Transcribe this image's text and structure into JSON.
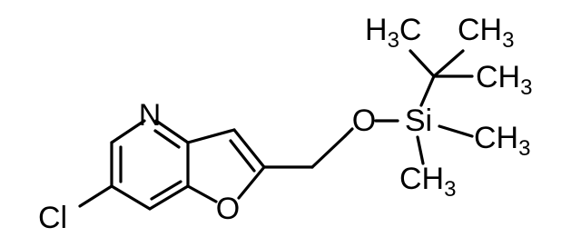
{
  "structure": {
    "atoms": {
      "cl": "Cl",
      "n": "N",
      "o_ring": "O",
      "o_ether": "O",
      "si": "Si",
      "methyl_tl": {
        "main": "H",
        "sub": "3",
        "tail": "C"
      },
      "methyl_tr": {
        "main": "CH",
        "sub": "3"
      },
      "methyl_r": {
        "main": "CH",
        "sub": "3"
      },
      "methyl_si_r": {
        "main": "CH",
        "sub": "3"
      },
      "methyl_si_b": {
        "main": "CH",
        "sub": "3"
      }
    }
  }
}
